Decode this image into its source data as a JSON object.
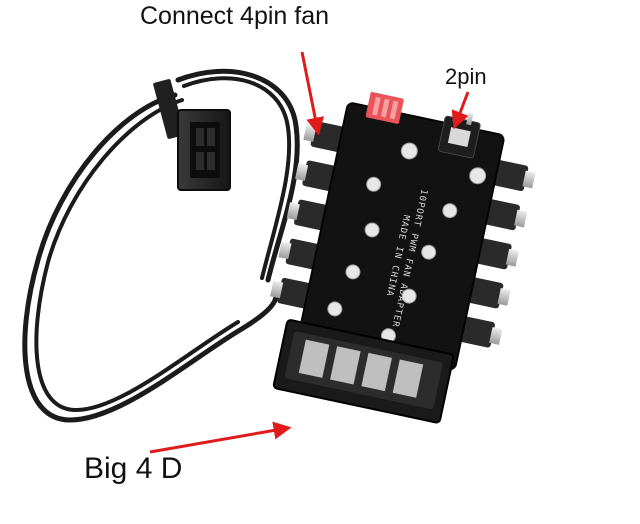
{
  "labels": {
    "top_callout": "Connect 4pin fan",
    "right_callout": "2pin",
    "bottom_callout": "Big 4 D"
  },
  "pcb": {
    "silkscreen_line1": "10PORT PWM FAN ADAPTER",
    "silkscreen_line2": "MADE IN CHINA"
  },
  "colors": {
    "arrow": "#e01b1b",
    "pcb": "#121212",
    "connector": "#2a2a2a",
    "red_header": "#e8545a",
    "pin": "#c9c9c9"
  }
}
